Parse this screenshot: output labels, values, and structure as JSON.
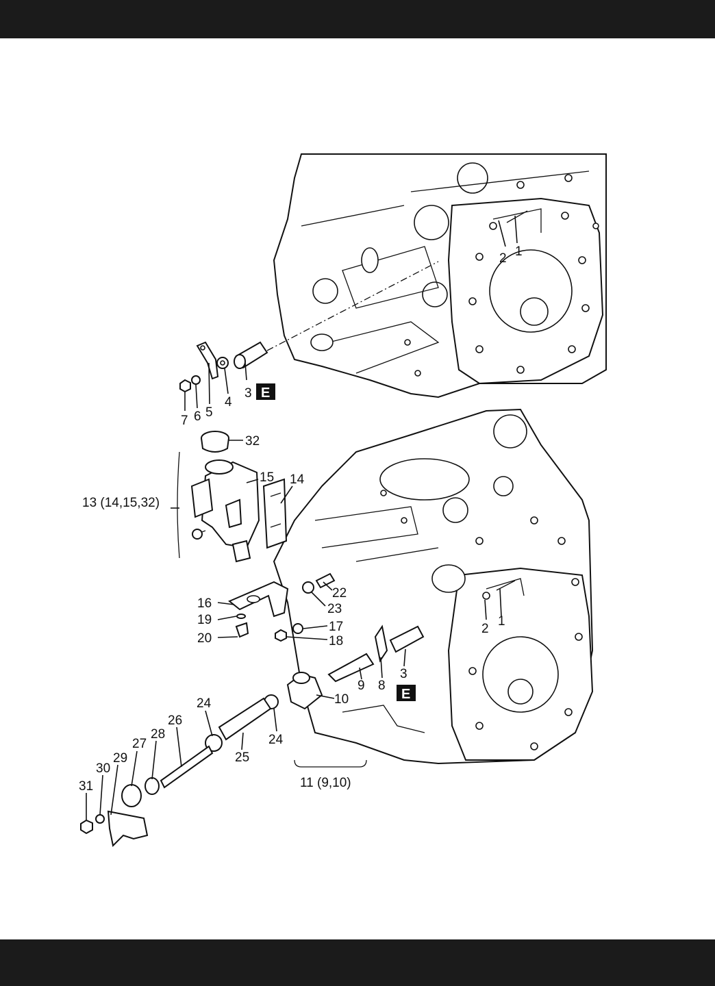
{
  "labels": {
    "l1_top": "1",
    "l2_top": "2",
    "l3_top": "3",
    "l4": "4",
    "l5": "5",
    "l6": "6",
    "l7": "7",
    "l32": "32",
    "l15": "15",
    "l14": "14",
    "l13": "13 (14,15,32)",
    "l22": "22",
    "l23": "23",
    "l16": "16",
    "l19": "19",
    "l20": "20",
    "l17": "17",
    "l18": "18",
    "l1_bottom": "1",
    "l2_bottom": "2",
    "l3_bottom": "3",
    "l9": "9",
    "l8": "8",
    "l10": "10",
    "l24_upper": "24",
    "l24_lower": "24",
    "l26": "26",
    "l25": "25",
    "l28": "28",
    "l27": "27",
    "l29": "29",
    "l30": "30",
    "l31": "31",
    "l11": "11 (9,10)"
  },
  "badges": {
    "top": "E",
    "bottom": "E"
  },
  "colors": {
    "bars": "#1b1b1b",
    "ink": "#111111",
    "paper": "#ffffff"
  }
}
